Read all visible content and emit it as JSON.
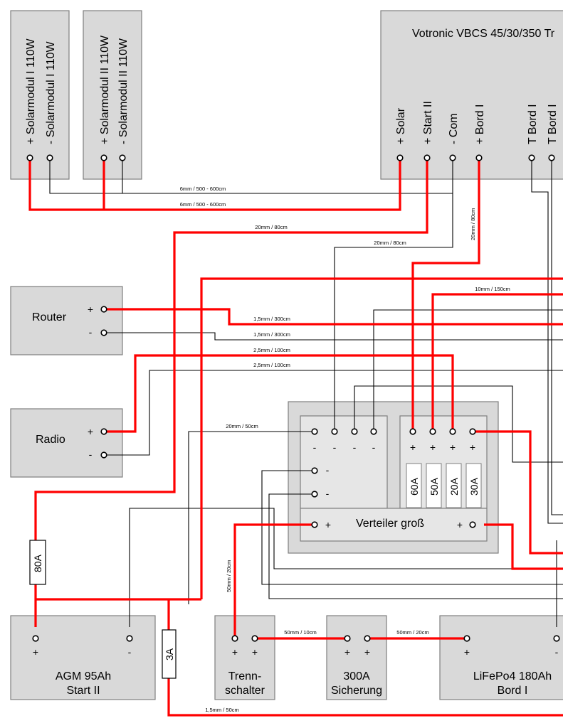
{
  "solar1": {
    "label_plus": "+ Solarmodul I 110W",
    "label_minus": "- Solarmodul I 110W"
  },
  "solar2": {
    "label_plus": "+ Solarmodul II 110W",
    "label_minus": "- Solarmodul II 110W"
  },
  "votronic": {
    "title": "Votronic VBCS 45/30/350 Tr",
    "terminals": [
      "+ Solar",
      "+ Start II",
      "- Com",
      "+ Bord I",
      "T Bord I",
      "T Bord I"
    ]
  },
  "router": {
    "name": "Router",
    "plus": "+",
    "minus": "-"
  },
  "radio": {
    "name": "Radio",
    "plus": "+",
    "minus": "-"
  },
  "verteiler": {
    "name": "Verteiler groß",
    "minus": "-",
    "plus": "+",
    "fuses": [
      "60A",
      "50A",
      "20A",
      "30A"
    ]
  },
  "agm": {
    "line1": "AGM 95Ah",
    "line2": "Start II",
    "plus": "+",
    "minus": "-"
  },
  "trenn": {
    "line1": "Trenn-",
    "line2": "schalter",
    "plus": "+"
  },
  "sicherung": {
    "line1": "300A",
    "line2": "Sicherung",
    "plus": "+"
  },
  "lifepo": {
    "line1": "LiFePo4 180Ah",
    "line2": "Bord I",
    "plus": "+",
    "minus": "-"
  },
  "fuses": {
    "main": "80A",
    "small": "3A"
  },
  "cables": {
    "solar_minus": "6mm / 500 - 600cm",
    "solar_plus": "6mm / 500 - 600cm",
    "start2": "20mm / 80cm",
    "com": "20mm / 80cm",
    "bord1": "20mm / 80cm",
    "bord_dist": "10mm / 150cm",
    "router_plus": "1,5mm / 300cm",
    "router_minus": "1,5mm / 300cm",
    "radio_plus": "2,5mm / 100cm",
    "radio_minus": "2,5mm / 100cm",
    "agm_minus": "20mm / 50cm",
    "trenn_feed": "50mm / 20cm",
    "trenn_sich": "50mm / 10cm",
    "sich_lifepo": "50mm / 20cm",
    "agm_small": "1,5mm / 50cm"
  }
}
